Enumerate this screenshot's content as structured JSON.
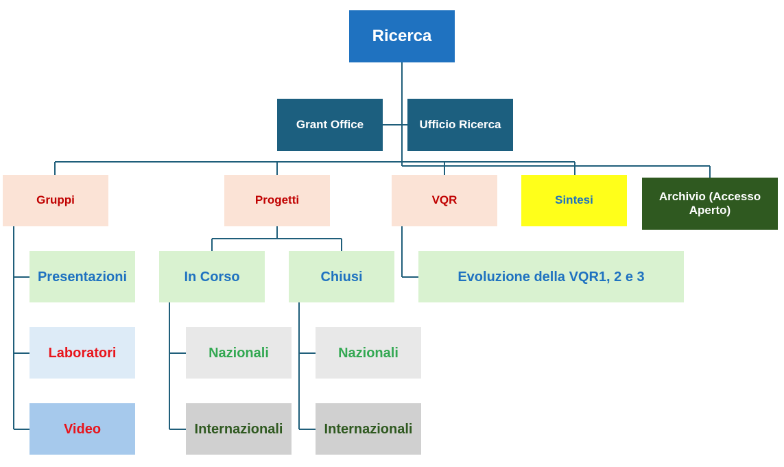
{
  "colors": {
    "connector": "#1F5E7A",
    "root_fill": "#1F72C0",
    "office_fill": "#1C5F7F",
    "peach_fill": "#FBE3D6",
    "light_green_fill": "#D9F2D0",
    "light_blue_fill": "#DDEBF7",
    "blue_fill": "#A6C9EC",
    "light_grey_fill": "#E8E8E8",
    "grey_fill": "#D0D0D0",
    "yellow_fill": "#FFFF1A",
    "dark_green_fill": "#2F5920",
    "red_text": "#C00000",
    "bright_red_text": "#E8141B",
    "blue_text": "#1F72C0",
    "green_text": "#33A852",
    "dark_green_text": "#2F5920",
    "white_text": "#FFFFFF"
  },
  "nodes": {
    "ricerca": "Ricerca",
    "grant_office": "Grant Office",
    "ufficio_ricerca": "Ufficio Ricerca",
    "gruppi": "Gruppi",
    "progetti": "Progetti",
    "vqr": "VQR",
    "sintesi": "Sintesi",
    "archivio": "Archivio (Accesso Aperto)",
    "presentazioni": "Presentazioni",
    "laboratori": "Laboratori",
    "video": "Video",
    "in_corso": "In Corso",
    "chiusi": "Chiusi",
    "evoluzione_vqr": "Evoluzione della VQR1, 2 e 3",
    "nazionali_in_corso": "Nazionali",
    "internazionali_in_corso": "Internazionali",
    "nazionali_chiusi": "Nazionali",
    "internazionali_chiusi": "Internazionali"
  }
}
